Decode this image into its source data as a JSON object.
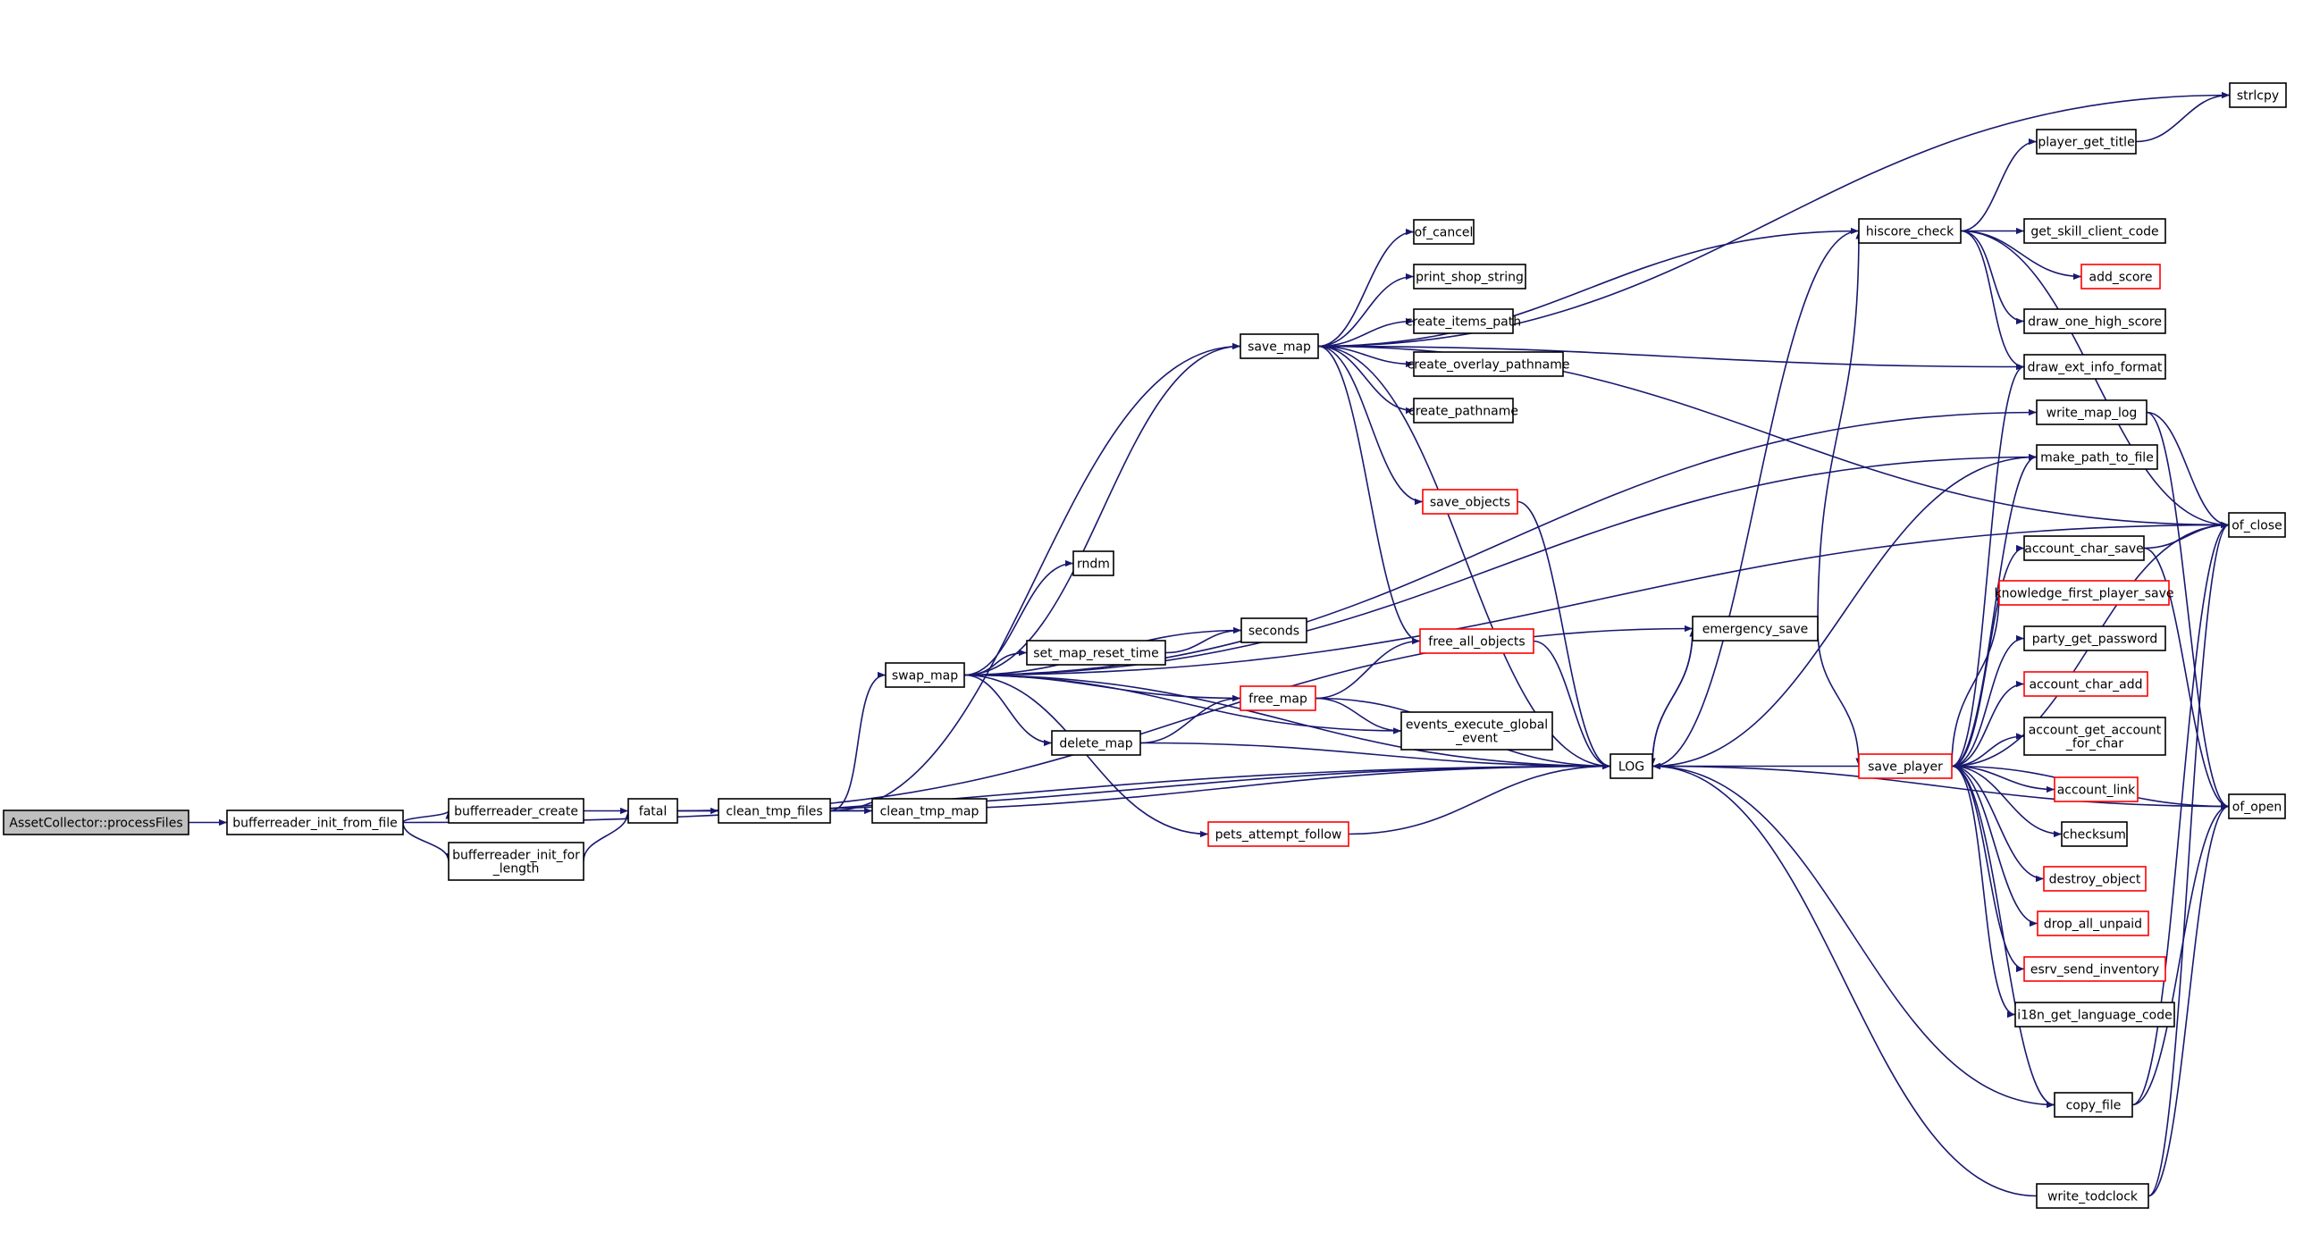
{
  "colors": {
    "edge": "#191970",
    "border_plain": "#000000",
    "border_truncated": "#ff0000",
    "root_fill": "#bfbfbf",
    "node_fill": "#ffffff"
  },
  "nodes": {
    "root": {
      "lines": [
        "AssetCollector::processFiles"
      ],
      "root": true
    },
    "brif": {
      "lines": [
        "bufferreader_init_from_file"
      ]
    },
    "brc": {
      "lines": [
        "bufferreader_create"
      ]
    },
    "brifl": {
      "lines": [
        "bufferreader_init_for",
        "_length"
      ]
    },
    "fatal": {
      "lines": [
        "fatal"
      ]
    },
    "ctf": {
      "lines": [
        "clean_tmp_files"
      ]
    },
    "ctm": {
      "lines": [
        "clean_tmp_map"
      ]
    },
    "swap": {
      "lines": [
        "swap_map"
      ]
    },
    "rndm": {
      "lines": [
        "rndm"
      ]
    },
    "smrt": {
      "lines": [
        "set_map_reset_time"
      ]
    },
    "seconds": {
      "lines": [
        "seconds"
      ]
    },
    "delmap": {
      "lines": [
        "delete_map"
      ]
    },
    "freemap": {
      "lines": [
        "free_map"
      ],
      "red": true
    },
    "fao": {
      "lines": [
        "free_all_objects"
      ],
      "red": true
    },
    "eeg": {
      "lines": [
        "events_execute_global",
        "_event"
      ]
    },
    "paf": {
      "lines": [
        "pets_attempt_follow"
      ],
      "red": true
    },
    "savemap": {
      "lines": [
        "save_map"
      ]
    },
    "ofcancel": {
      "lines": [
        "of_cancel"
      ]
    },
    "pss": {
      "lines": [
        "print_shop_string"
      ]
    },
    "cip": {
      "lines": [
        "create_items_path"
      ]
    },
    "cop": {
      "lines": [
        "create_overlay_pathname"
      ]
    },
    "cpn": {
      "lines": [
        "create_pathname"
      ]
    },
    "saveobj": {
      "lines": [
        "save_objects"
      ],
      "red": true
    },
    "log": {
      "lines": [
        "LOG"
      ]
    },
    "esave": {
      "lines": [
        "emergency_save"
      ]
    },
    "hscheck": {
      "lines": [
        "hiscore_check"
      ]
    },
    "splayer": {
      "lines": [
        "save_player"
      ],
      "red": true
    },
    "pgt": {
      "lines": [
        "player_get_title"
      ]
    },
    "gscc": {
      "lines": [
        "get_skill_client_code"
      ]
    },
    "addscore": {
      "lines": [
        "add_score"
      ],
      "red": true
    },
    "dohs": {
      "lines": [
        "draw_one_high_score"
      ]
    },
    "deif": {
      "lines": [
        "draw_ext_info_format"
      ]
    },
    "wml": {
      "lines": [
        "write_map_log"
      ]
    },
    "mptf": {
      "lines": [
        "make_path_to_file"
      ]
    },
    "acs": {
      "lines": [
        "account_char_save"
      ]
    },
    "kfps": {
      "lines": [
        "knowledge_first_player_save"
      ],
      "red": true
    },
    "pgp": {
      "lines": [
        "party_get_password"
      ]
    },
    "aca": {
      "lines": [
        "account_char_add"
      ],
      "red": true
    },
    "agafc": {
      "lines": [
        "account_get_account",
        "_for_char"
      ]
    },
    "alink": {
      "lines": [
        "account_link"
      ],
      "red": true
    },
    "checksum": {
      "lines": [
        "checksum"
      ]
    },
    "dobj": {
      "lines": [
        "destroy_object"
      ],
      "red": true
    },
    "dau": {
      "lines": [
        "drop_all_unpaid"
      ],
      "red": true
    },
    "esi": {
      "lines": [
        "esrv_send_inventory"
      ],
      "red": true
    },
    "i18n": {
      "lines": [
        "i18n_get_language_code"
      ]
    },
    "copyfile": {
      "lines": [
        "copy_file"
      ]
    },
    "wtod": {
      "lines": [
        "write_todclock"
      ]
    },
    "strlcpy": {
      "lines": [
        "strlcpy"
      ]
    },
    "ofclose": {
      "lines": [
        "of_close"
      ]
    },
    "ofopen": {
      "lines": [
        "of_open"
      ]
    }
  },
  "edges": [
    [
      "root",
      "brif"
    ],
    [
      "brif",
      "brc"
    ],
    [
      "brif",
      "brifl"
    ],
    [
      "brif",
      "log"
    ],
    [
      "brc",
      "fatal"
    ],
    [
      "brifl",
      "fatal"
    ],
    [
      "fatal",
      "ctf"
    ],
    [
      "fatal",
      "esave"
    ],
    [
      "fatal",
      "log"
    ],
    [
      "ctf",
      "ctm"
    ],
    [
      "ctf",
      "swap"
    ],
    [
      "ctf",
      "savemap"
    ],
    [
      "ctf",
      "log"
    ],
    [
      "swap",
      "rndm"
    ],
    [
      "swap",
      "seconds"
    ],
    [
      "swap",
      "smrt"
    ],
    [
      "swap",
      "freemap"
    ],
    [
      "swap",
      "delmap"
    ],
    [
      "swap",
      "eeg"
    ],
    [
      "swap",
      "paf"
    ],
    [
      "swap",
      "savemap"
    ],
    [
      "swap",
      "log"
    ],
    [
      "swap",
      "wml"
    ],
    [
      "swap",
      "ofclose"
    ],
    [
      "swap",
      "mptf"
    ],
    [
      "smrt",
      "seconds"
    ],
    [
      "delmap",
      "freemap"
    ],
    [
      "delmap",
      "log"
    ],
    [
      "freemap",
      "fao"
    ],
    [
      "freemap",
      "eeg"
    ],
    [
      "freemap",
      "log"
    ],
    [
      "fao",
      "log"
    ],
    [
      "paf",
      "log"
    ],
    [
      "savemap",
      "ofcancel"
    ],
    [
      "savemap",
      "pss"
    ],
    [
      "savemap",
      "cip"
    ],
    [
      "savemap",
      "cop"
    ],
    [
      "savemap",
      "cpn"
    ],
    [
      "savemap",
      "saveobj"
    ],
    [
      "savemap",
      "fao"
    ],
    [
      "savemap",
      "log"
    ],
    [
      "savemap",
      "strlcpy"
    ],
    [
      "savemap",
      "ofclose"
    ],
    [
      "savemap",
      "hscheck"
    ],
    [
      "savemap",
      "deif"
    ],
    [
      "saveobj",
      "log"
    ],
    [
      "log",
      "esave"
    ],
    [
      "esave",
      "log"
    ],
    [
      "esave",
      "hscheck"
    ],
    [
      "esave",
      "splayer"
    ],
    [
      "hscheck",
      "pgt"
    ],
    [
      "hscheck",
      "gscc"
    ],
    [
      "hscheck",
      "addscore"
    ],
    [
      "hscheck",
      "dohs"
    ],
    [
      "hscheck",
      "deif"
    ],
    [
      "hscheck",
      "ofclose"
    ],
    [
      "hscheck",
      "log"
    ],
    [
      "pgt",
      "strlcpy"
    ],
    [
      "splayer",
      "log"
    ],
    [
      "splayer",
      "deif"
    ],
    [
      "splayer",
      "mptf"
    ],
    [
      "splayer",
      "acs"
    ],
    [
      "splayer",
      "kfps"
    ],
    [
      "splayer",
      "pgp"
    ],
    [
      "splayer",
      "aca"
    ],
    [
      "splayer",
      "agafc"
    ],
    [
      "splayer",
      "alink"
    ],
    [
      "splayer",
      "checksum"
    ],
    [
      "splayer",
      "dobj"
    ],
    [
      "splayer",
      "dau"
    ],
    [
      "splayer",
      "esi"
    ],
    [
      "splayer",
      "i18n"
    ],
    [
      "splayer",
      "copyfile"
    ],
    [
      "splayer",
      "ofclose"
    ],
    [
      "splayer",
      "ofopen"
    ],
    [
      "wml",
      "ofclose"
    ],
    [
      "wml",
      "ofopen"
    ],
    [
      "mptf",
      "log"
    ],
    [
      "acs",
      "ofclose"
    ],
    [
      "acs",
      "ofopen"
    ],
    [
      "copyfile",
      "log"
    ],
    [
      "copyfile",
      "ofopen"
    ],
    [
      "copyfile",
      "ofclose"
    ],
    [
      "wtod",
      "ofclose"
    ],
    [
      "wtod",
      "ofopen"
    ],
    [
      "wtod",
      "log"
    ],
    [
      "ofopen",
      "log"
    ]
  ]
}
